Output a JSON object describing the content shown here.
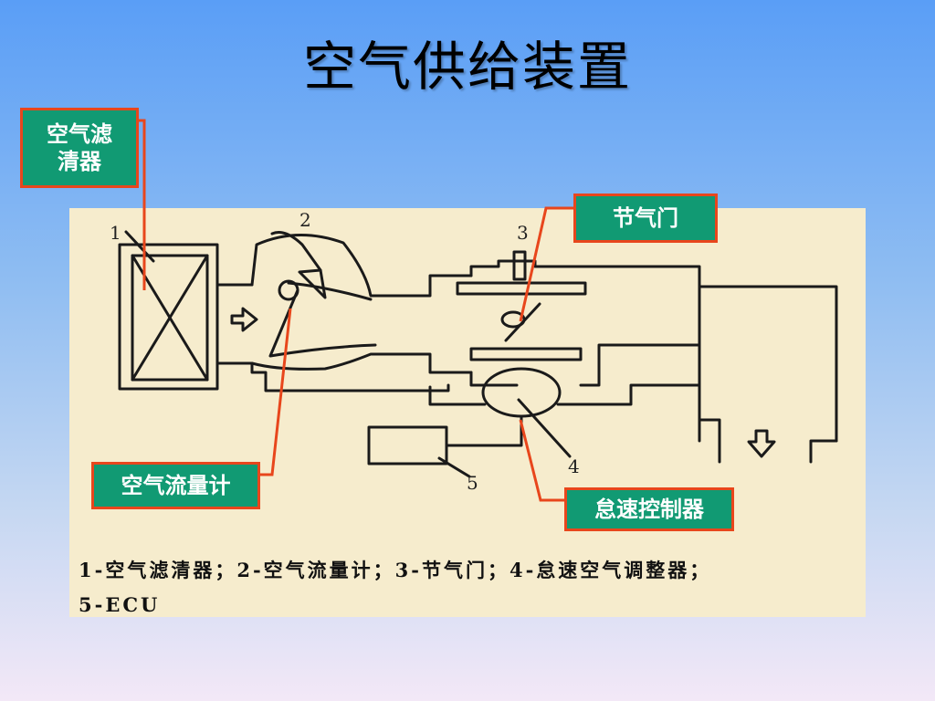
{
  "slide": {
    "title": "空气供给装置"
  },
  "callouts": {
    "air_filter": "空气滤\n清器",
    "throttle": "节气门",
    "airflow_meter": "空气流量计",
    "idle_controller": "怠速控制器"
  },
  "diagram": {
    "numbers": [
      "1",
      "2",
      "3",
      "4",
      "5"
    ]
  },
  "legend": {
    "line1": "1-空气滤清器；2-空气流量计；3-节气门；4-怠速空气调整器；",
    "line2": "5-ECU"
  },
  "colors": {
    "callout_fill": "#119a73",
    "callout_border": "#e8461c",
    "leader_line": "#e8461c",
    "panel_bg": "#f6eccd"
  }
}
